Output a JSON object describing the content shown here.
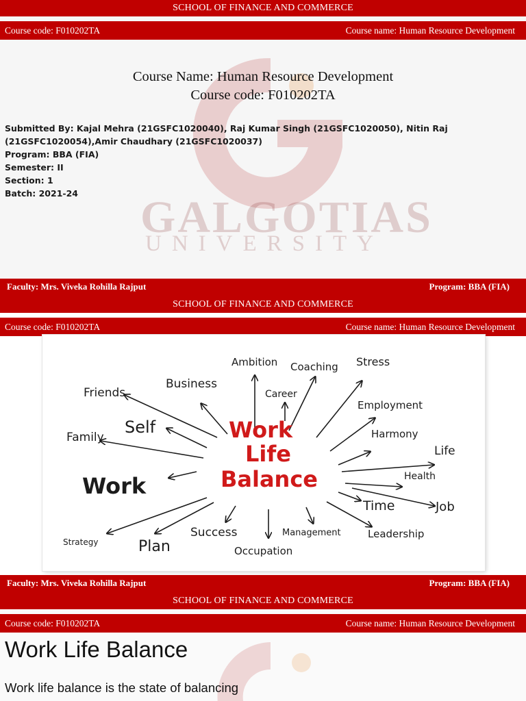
{
  "header": {
    "school": "SCHOOL OF FINANCE AND COMMERCE",
    "course_code_label": "Course code: F010202TA",
    "course_name_label": "Course name: Human Resource Development"
  },
  "footer": {
    "faculty": "Faculty: Mrs. Viveka Rohilla Rajput",
    "program": "Program: BBA (FIA)"
  },
  "slide1": {
    "title_line1": "Course Name: Human Resource Development",
    "title_line2": "Course code: F010202TA",
    "submitted_by": "Submitted By: Kajal Mehra (21GSFC1020040), Raj Kumar Singh (21GSFC1020050), Nitin Raj (21GSFC1020054),Amir Chaudhary (21GSFC1020037)",
    "program": "Program: BBA (FIA)",
    "semester": "Semester: II",
    "section": "Section: 1",
    "batch": "Batch: 2021-24",
    "watermark_line1": "GALGOTIAS",
    "watermark_line2": "UNIVERSITY"
  },
  "slide2": {
    "center_line1": "Work",
    "center_line2": "Life",
    "center_line3": "Balance",
    "words": {
      "ambition": "Ambition",
      "coaching": "Coaching",
      "stress": "Stress",
      "business": "Business",
      "career": "Career",
      "friends": "Friends",
      "employment": "Employment",
      "self": "Self",
      "family": "Family",
      "harmony": "Harmony",
      "life": "Life",
      "work": "Work",
      "health": "Health",
      "time": "Time",
      "job": "Job",
      "strategy": "Strategy",
      "plan": "Plan",
      "success": "Success",
      "management": "Management",
      "leadership": "Leadership",
      "occupation": "Occupation"
    }
  },
  "slide3": {
    "title": "Work Life Balance",
    "body": "Work life balance is the state of balancing"
  },
  "colors": {
    "brand_red": "#c00000",
    "diagram_red": "#d01a1a"
  }
}
